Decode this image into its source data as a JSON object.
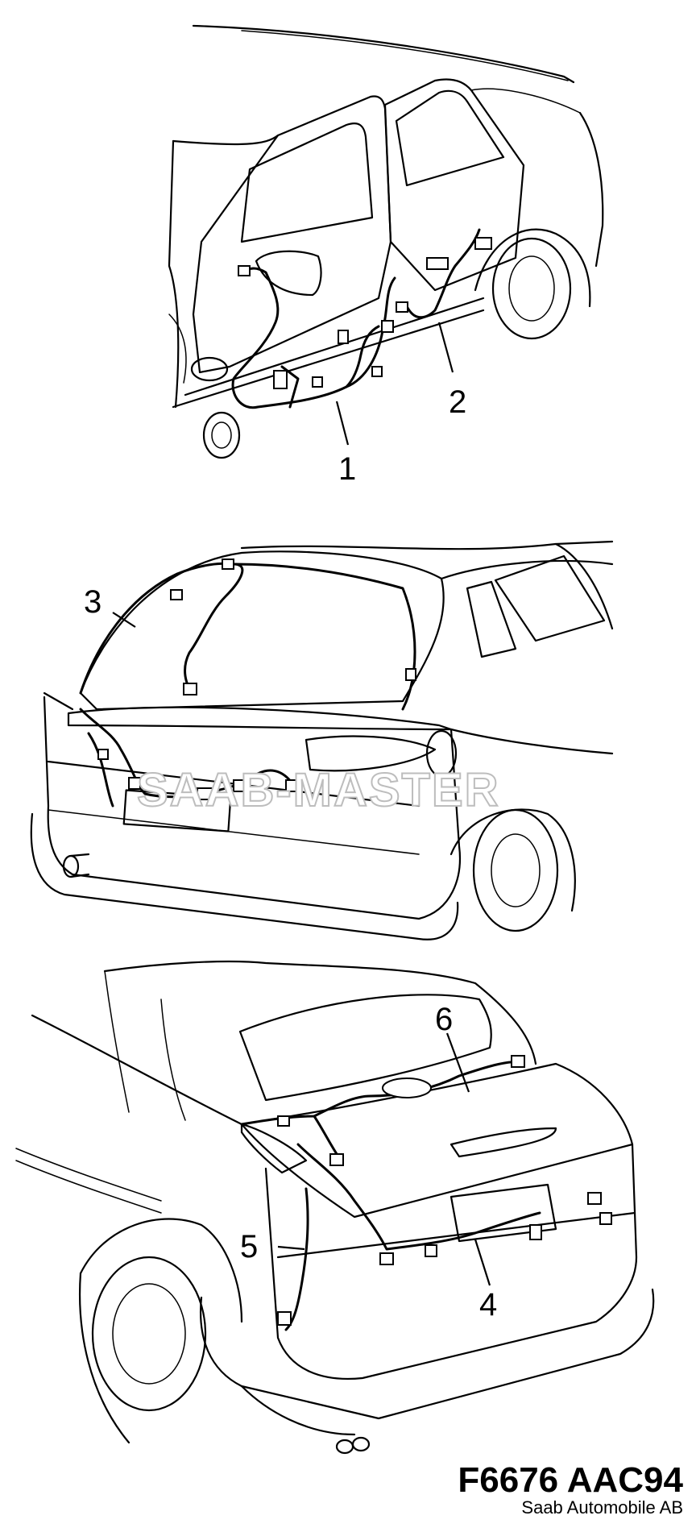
{
  "diagram": {
    "callouts": {
      "c1": "1",
      "c2": "2",
      "c3": "3",
      "c4": "4",
      "c5": "5",
      "c6": "6"
    },
    "watermark": "SAAB-MASTER",
    "footer": {
      "code": "F6676 AAC94",
      "copyright": "Saab Automobile AB"
    }
  }
}
